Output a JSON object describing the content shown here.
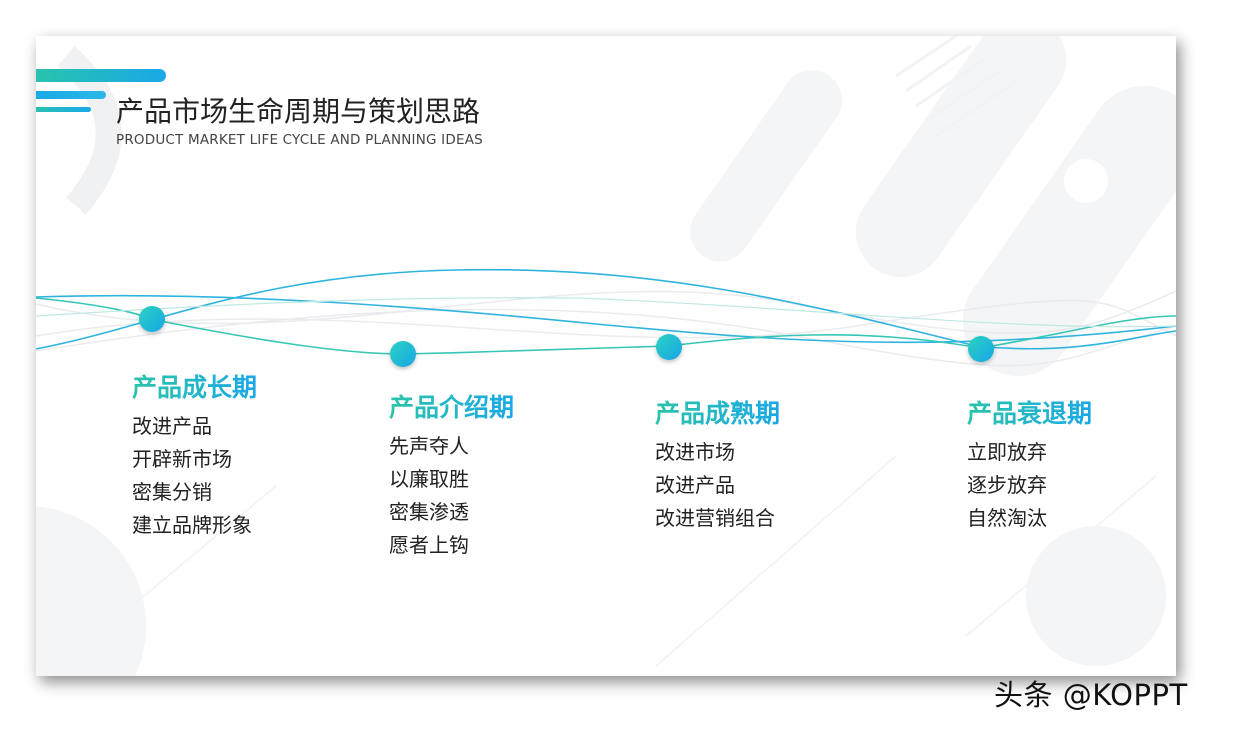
{
  "slide": {
    "title_cn": "产品市场生命周期与策划思路",
    "title_en": "PRODUCT MARKET LIFE CYCLE AND PLANNING IDEAS",
    "stages": [
      {
        "title": "产品成长期",
        "items": [
          "改进产品",
          "开辟新市场",
          "密集分销",
          "建立品牌形象"
        ]
      },
      {
        "title": "产品介绍期",
        "items": [
          "先声夺人",
          "以廉取胜",
          "密集渗透",
          "愿者上钩"
        ]
      },
      {
        "title": "产品成熟期",
        "items": [
          "改进市场",
          "改进产品",
          "改进营销组合"
        ]
      },
      {
        "title": "产品衰退期",
        "items": [
          "立即放弃",
          "逐步放弃",
          "自然淘汰"
        ]
      }
    ]
  },
  "watermark": "头条 @KOPPT",
  "colors": {
    "accent_teal": "#2cc4a9",
    "accent_blue": "#19a8e8",
    "wave_teal": "#37c6b5",
    "wave_blue": "#2fb4e0"
  }
}
